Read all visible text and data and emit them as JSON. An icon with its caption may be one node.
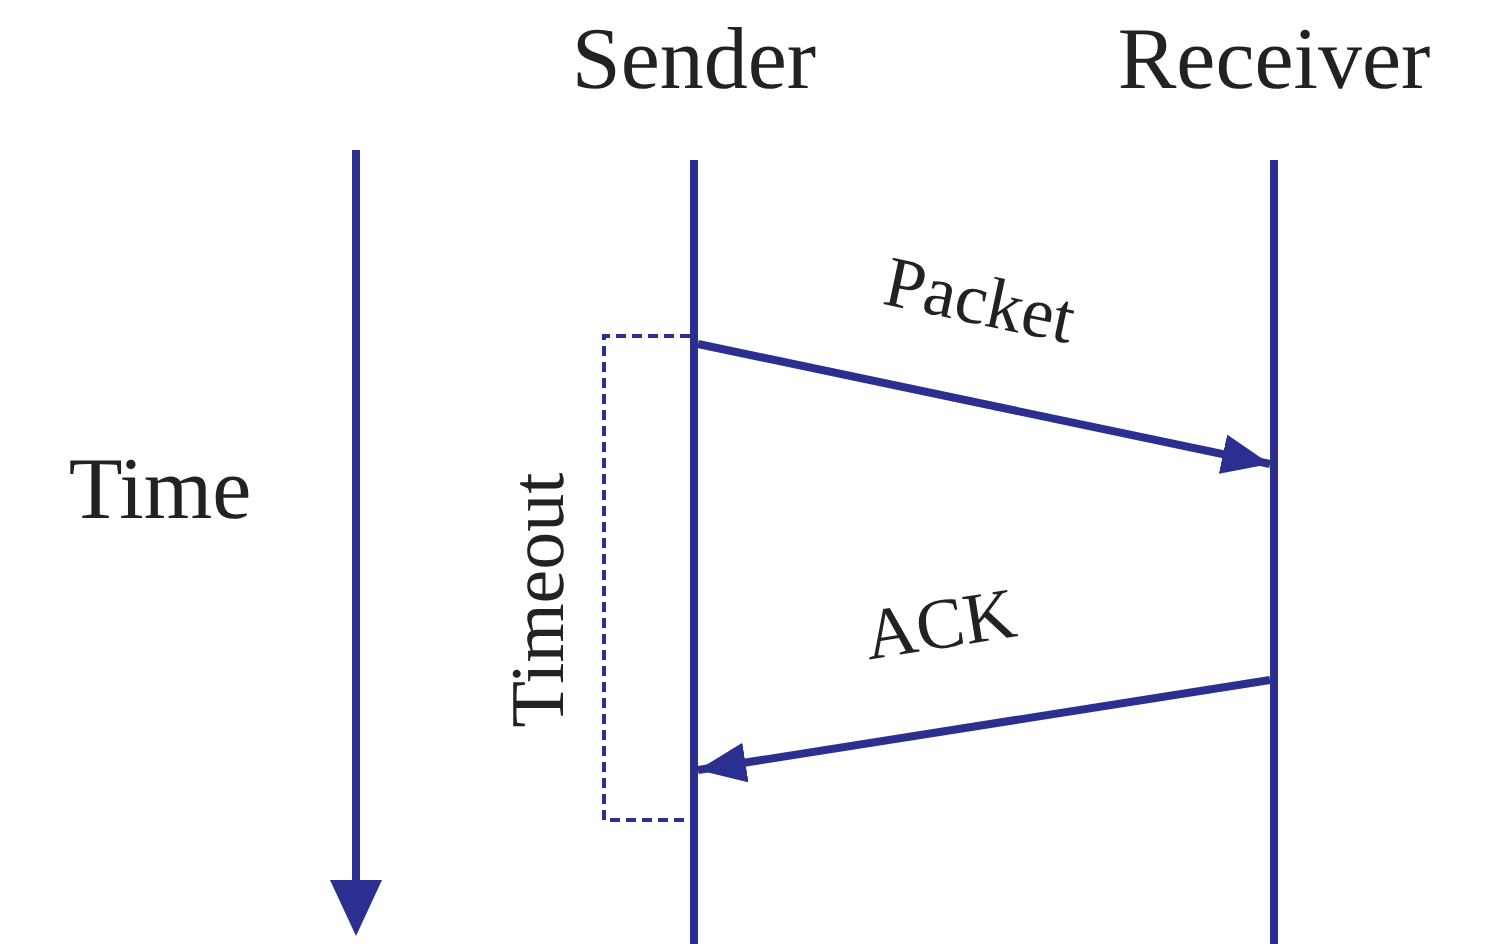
{
  "diagram": {
    "nodes": [
      {
        "text": [
          "Sender"
        ]
      },
      {
        "text": [
          "Receiver"
        ]
      }
    ],
    "edges": [
      {
        "from": 0,
        "to": 1,
        "label": "Packet",
        "arrow": "to"
      },
      {
        "from": 1,
        "to": 0,
        "label": "ACK",
        "arrow": "to"
      }
    ],
    "labels": [
      "Time",
      "Timeout"
    ]
  }
}
